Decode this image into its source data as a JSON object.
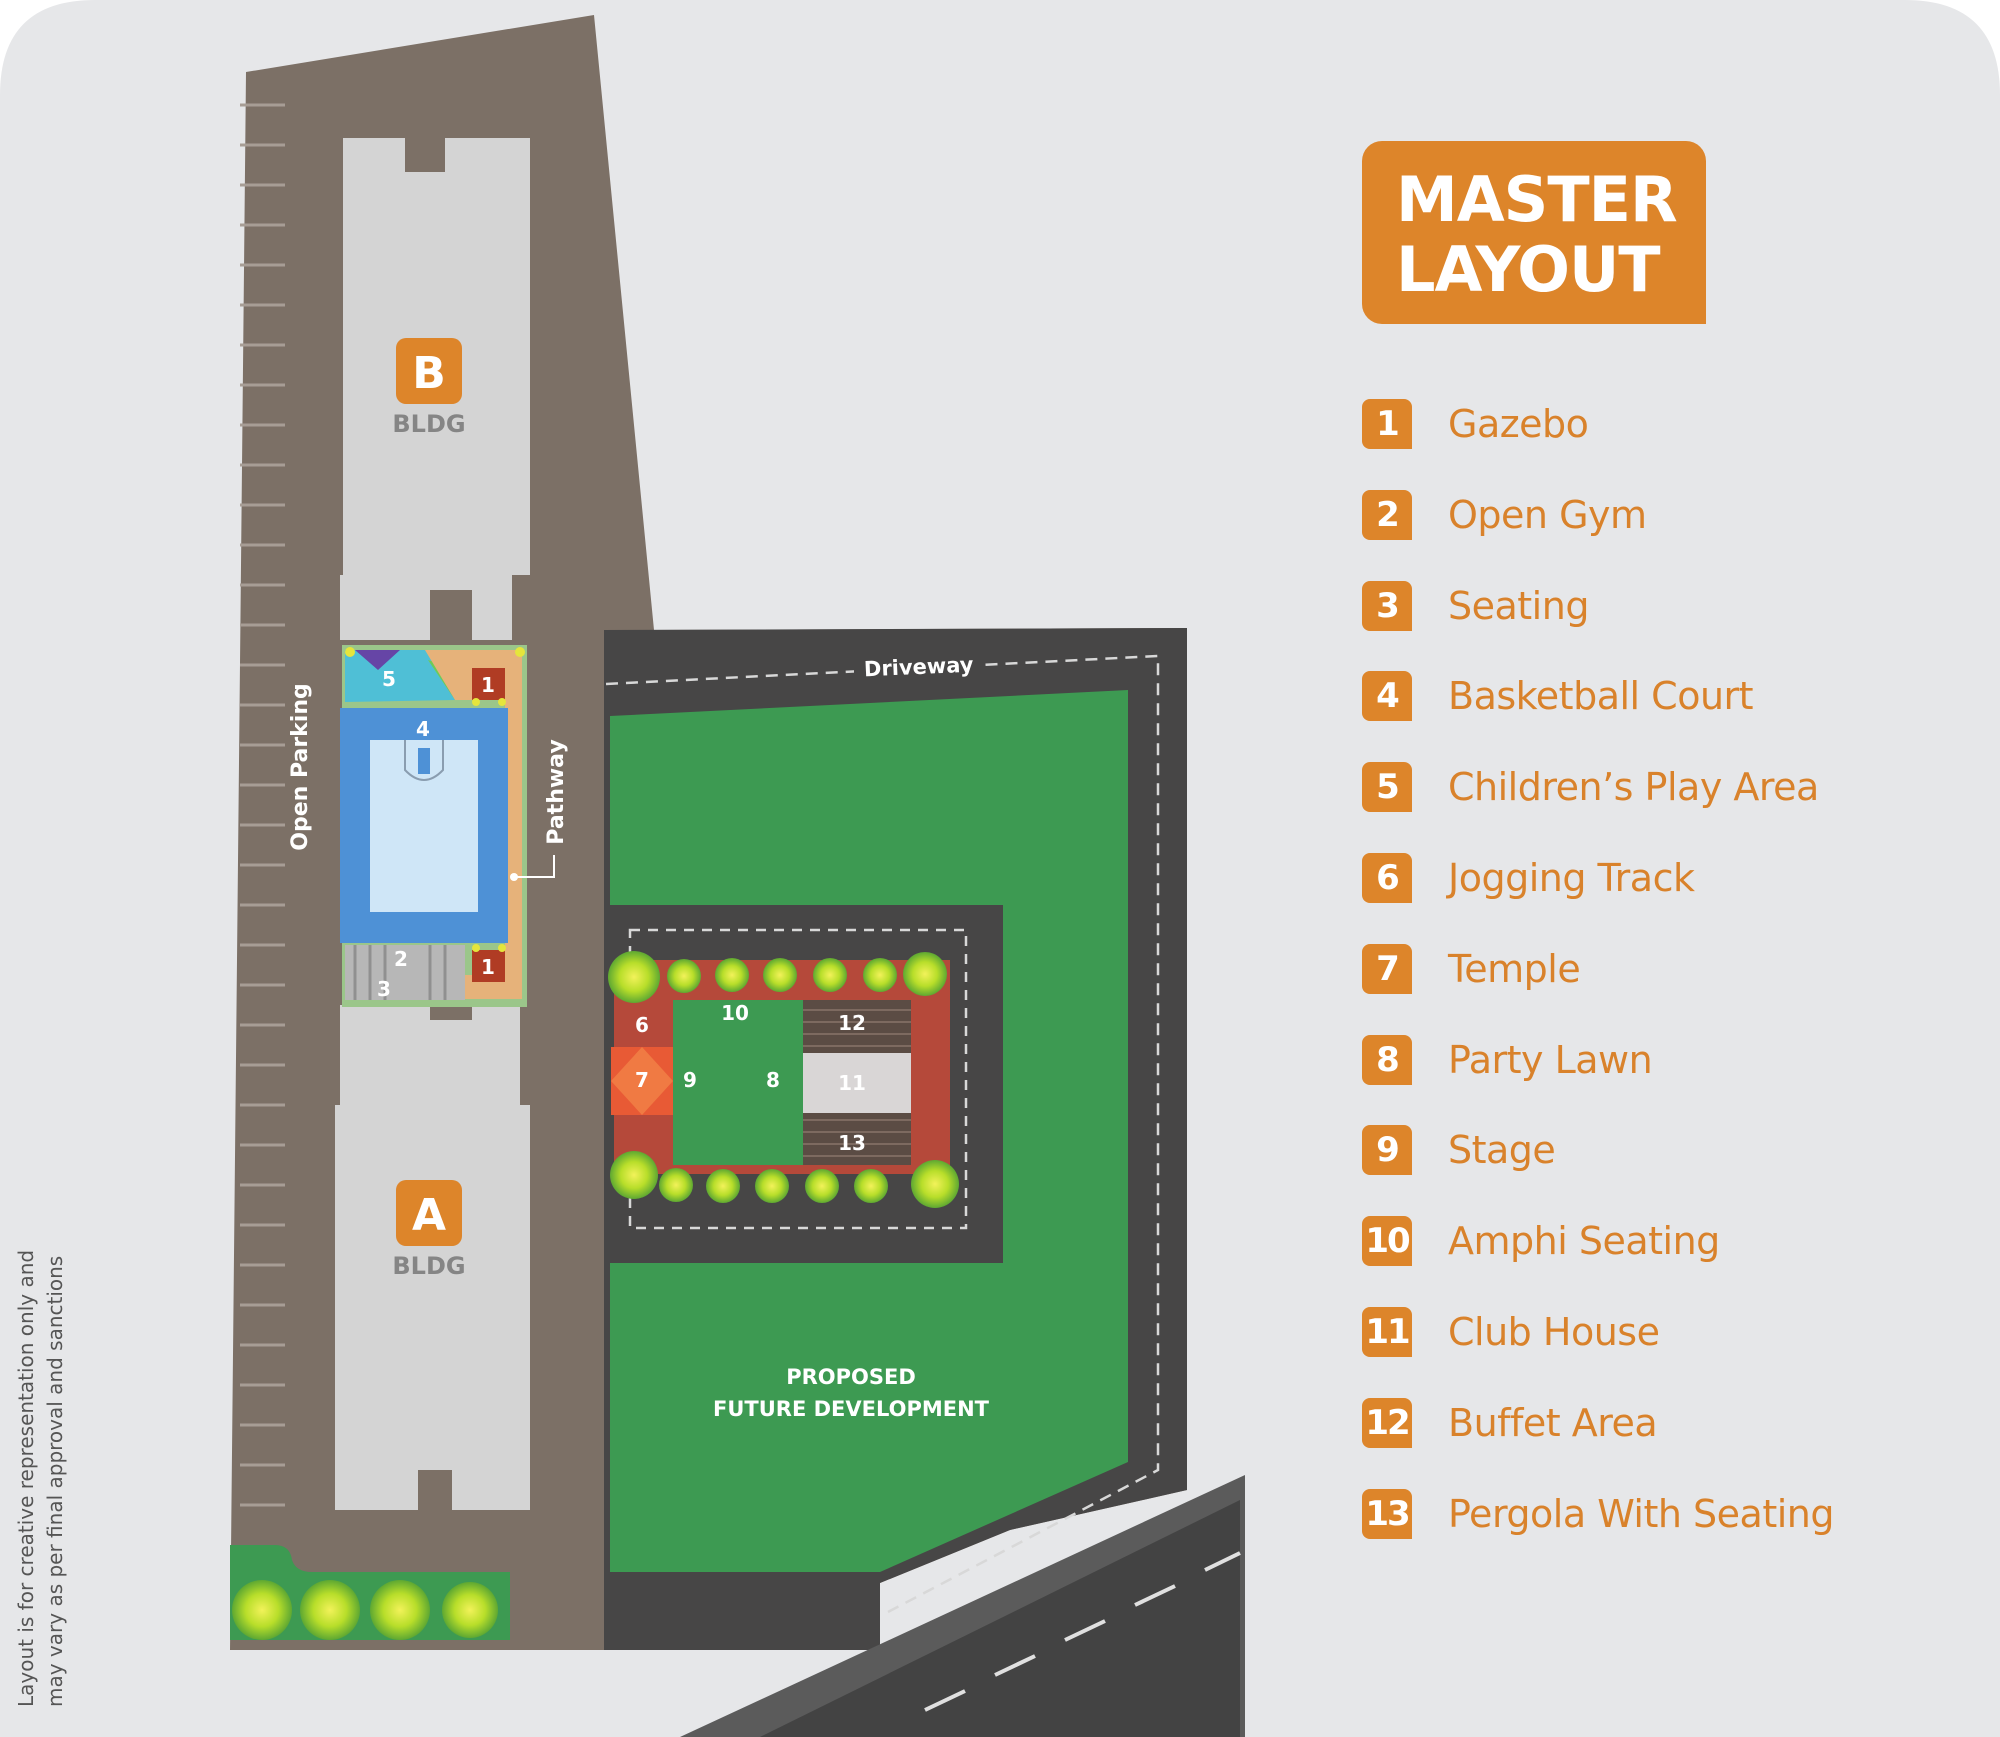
{
  "title": {
    "line1": "MASTER",
    "line2": "LAYOUT"
  },
  "legend": [
    {
      "num": "1",
      "label": "Gazebo"
    },
    {
      "num": "2",
      "label": "Open Gym"
    },
    {
      "num": "3",
      "label": "Seating"
    },
    {
      "num": "4",
      "label": "Basketball Court"
    },
    {
      "num": "5",
      "label": "Children’s Play Area"
    },
    {
      "num": "6",
      "label": "Jogging Track"
    },
    {
      "num": "7",
      "label": "Temple"
    },
    {
      "num": "8",
      "label": "Party Lawn"
    },
    {
      "num": "9",
      "label": "Stage"
    },
    {
      "num": "10",
      "label": "Amphi Seating"
    },
    {
      "num": "11",
      "label": "Club House"
    },
    {
      "num": "12",
      "label": "Buffet Area"
    },
    {
      "num": "13",
      "label": "Pergola With Seating"
    }
  ],
  "map": {
    "bldg_b": {
      "letter": "B",
      "name": "BLDG"
    },
    "bldg_a": {
      "letter": "A",
      "name": "BLDG"
    },
    "open_parking": "Open Parking",
    "pathway": "Pathway",
    "driveway": "Driveway",
    "future_line1": "PROPOSED",
    "future_line2": "FUTURE DEVELOPMENT",
    "markers": {
      "m5": "5",
      "m1a": "1",
      "m4": "4",
      "m2": "2",
      "m3": "3",
      "m1b": "1",
      "m6": "6",
      "m10": "10",
      "m12": "12",
      "m7": "7",
      "m9": "9",
      "m8": "8",
      "m11": "11",
      "m13": "13"
    }
  },
  "disclaimer": {
    "line1": "Layout is for creative representation only and",
    "line2": "may vary as per final approval and sanctions"
  },
  "colors": {
    "accent": "#dd852a",
    "background": "#e6e7e9",
    "ground": "#7c7066",
    "road": "#474646",
    "lawn": "#3d9a52",
    "building": "#d4d4d4"
  }
}
